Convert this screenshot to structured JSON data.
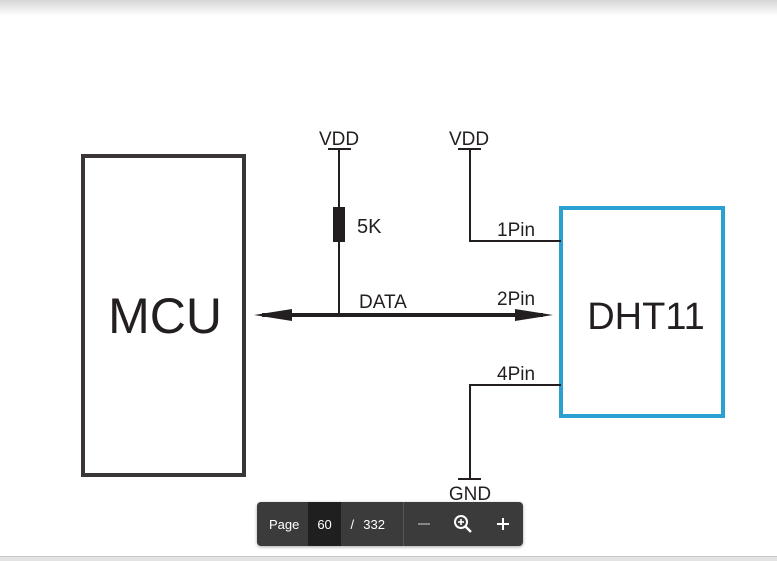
{
  "diagram": {
    "mcu_label": "MCU",
    "sensor_label": "DHT11",
    "vdd_left": "VDD",
    "vdd_right": "VDD",
    "resistor_label": "5K",
    "data_label": "DATA",
    "pin1": "1Pin",
    "pin2": "2Pin",
    "pin4": "4Pin",
    "gnd": "GND",
    "sensor_color": "#2b9fcf",
    "line_color": "#231f20"
  },
  "toolbar": {
    "page_label": "Page",
    "current_page": "60",
    "separator": "/",
    "total_pages": "332",
    "zoom_out_icon": "minus-icon",
    "zoom_fit_icon": "zoom-magnifier-icon",
    "zoom_in_icon": "plus-icon"
  }
}
